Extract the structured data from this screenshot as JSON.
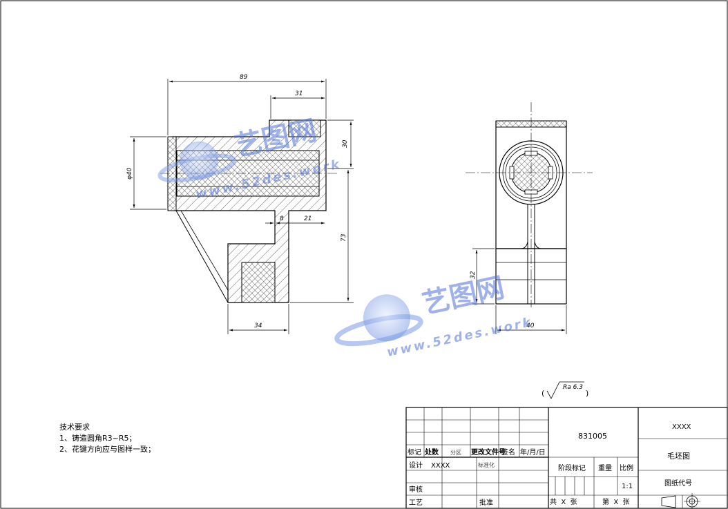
{
  "dimensions": {
    "overall_length": "89",
    "top_boss_width": "31",
    "boss_height": "30",
    "bore_diameter": "φ40",
    "overall_height": "73",
    "web_thickness": "8",
    "web_offset": "21",
    "base_width": "34",
    "side_height": "32",
    "side_width": "40"
  },
  "roughness": {
    "symbol_text": "Ra 6.3",
    "open_paren": "(",
    "close_paren": ")"
  },
  "technical_requirements": {
    "title": "技术要求",
    "items": [
      "1、铸造圆角R3~R5；",
      "2、花键方向应与图样一致；"
    ]
  },
  "title_block": {
    "drawing_number": "831005",
    "company": "XXXX",
    "part_name": "毛坯图",
    "drawing_code_label": "图纸代号",
    "scale_value": "1:1",
    "header_row": {
      "mark": "标记",
      "count": "处数",
      "zone": "分区",
      "change_doc": "更改文件号",
      "signature": "签名",
      "date": "年/月/日"
    },
    "designer_label": "设计",
    "designer_value": "XXXX",
    "standardization": "标准化",
    "stage_mark": "阶段标记",
    "weight": "重量",
    "scale_label": "比例",
    "review": "审核",
    "process": "工艺",
    "approve": "批准",
    "total_sheets": "共  X  张",
    "sheet_number": "第  X  张"
  },
  "watermark": {
    "brand": "艺图网",
    "url": "www.52des.work"
  }
}
